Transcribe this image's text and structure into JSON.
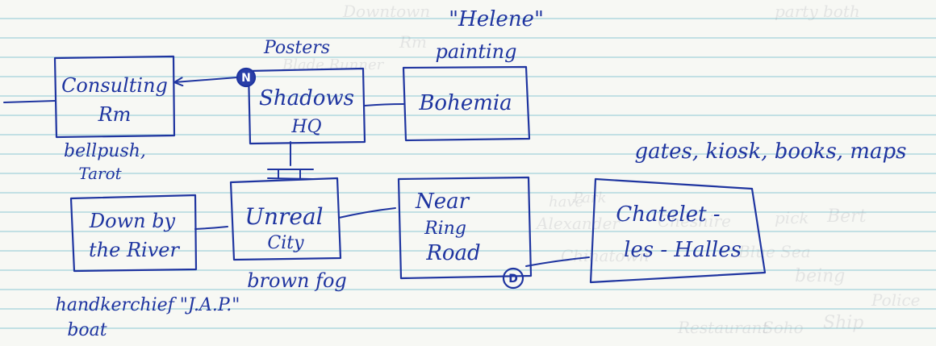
{
  "nodes": [
    {
      "id": "consulting-rm",
      "lines": [
        "Consulting",
        "Rm"
      ],
      "note": [
        "bellpush,",
        "Tarot"
      ]
    },
    {
      "id": "shadows-hq",
      "lines": [
        "Shadows",
        "HQ"
      ],
      "note": [
        "Posters"
      ]
    },
    {
      "id": "bohemia",
      "lines": [
        "Bohemia"
      ],
      "note": [
        "\"Helene\"",
        "painting"
      ]
    },
    {
      "id": "down-by-the-river",
      "lines": [
        "Down by",
        "the River"
      ],
      "note": [
        "handkerchief \"J.A.P.\"",
        "boat"
      ]
    },
    {
      "id": "unreal-city",
      "lines": [
        "Unreal",
        "City"
      ],
      "note": [
        "brown fog"
      ]
    },
    {
      "id": "near-ring-road",
      "lines": [
        "Near",
        "Ring",
        "Road"
      ],
      "note": []
    },
    {
      "id": "chatelet-les-halles",
      "lines": [
        "Chatelet -",
        "les - Halles"
      ],
      "note": [
        "gates, kiosk, books, maps"
      ]
    }
  ],
  "badges": [
    {
      "id": "shadows-hq",
      "letter": "N",
      "filled": true
    },
    {
      "id": "near-ring-road",
      "letter": "D",
      "filled": false
    }
  ],
  "colors": {
    "ink": "#1f35a0",
    "paper": "#f7f8f4",
    "rule_line": "#96cdd7"
  },
  "ghost_text": [
    "party both",
    "Downtown",
    "Blade Runner",
    "Rm",
    "Park",
    "have",
    "Bert",
    "Alexander",
    "Cheshire",
    "pick",
    "being",
    "Chinatown",
    "Blue Sea",
    "Ship",
    "Police",
    "Soho",
    "Restaurant"
  ]
}
